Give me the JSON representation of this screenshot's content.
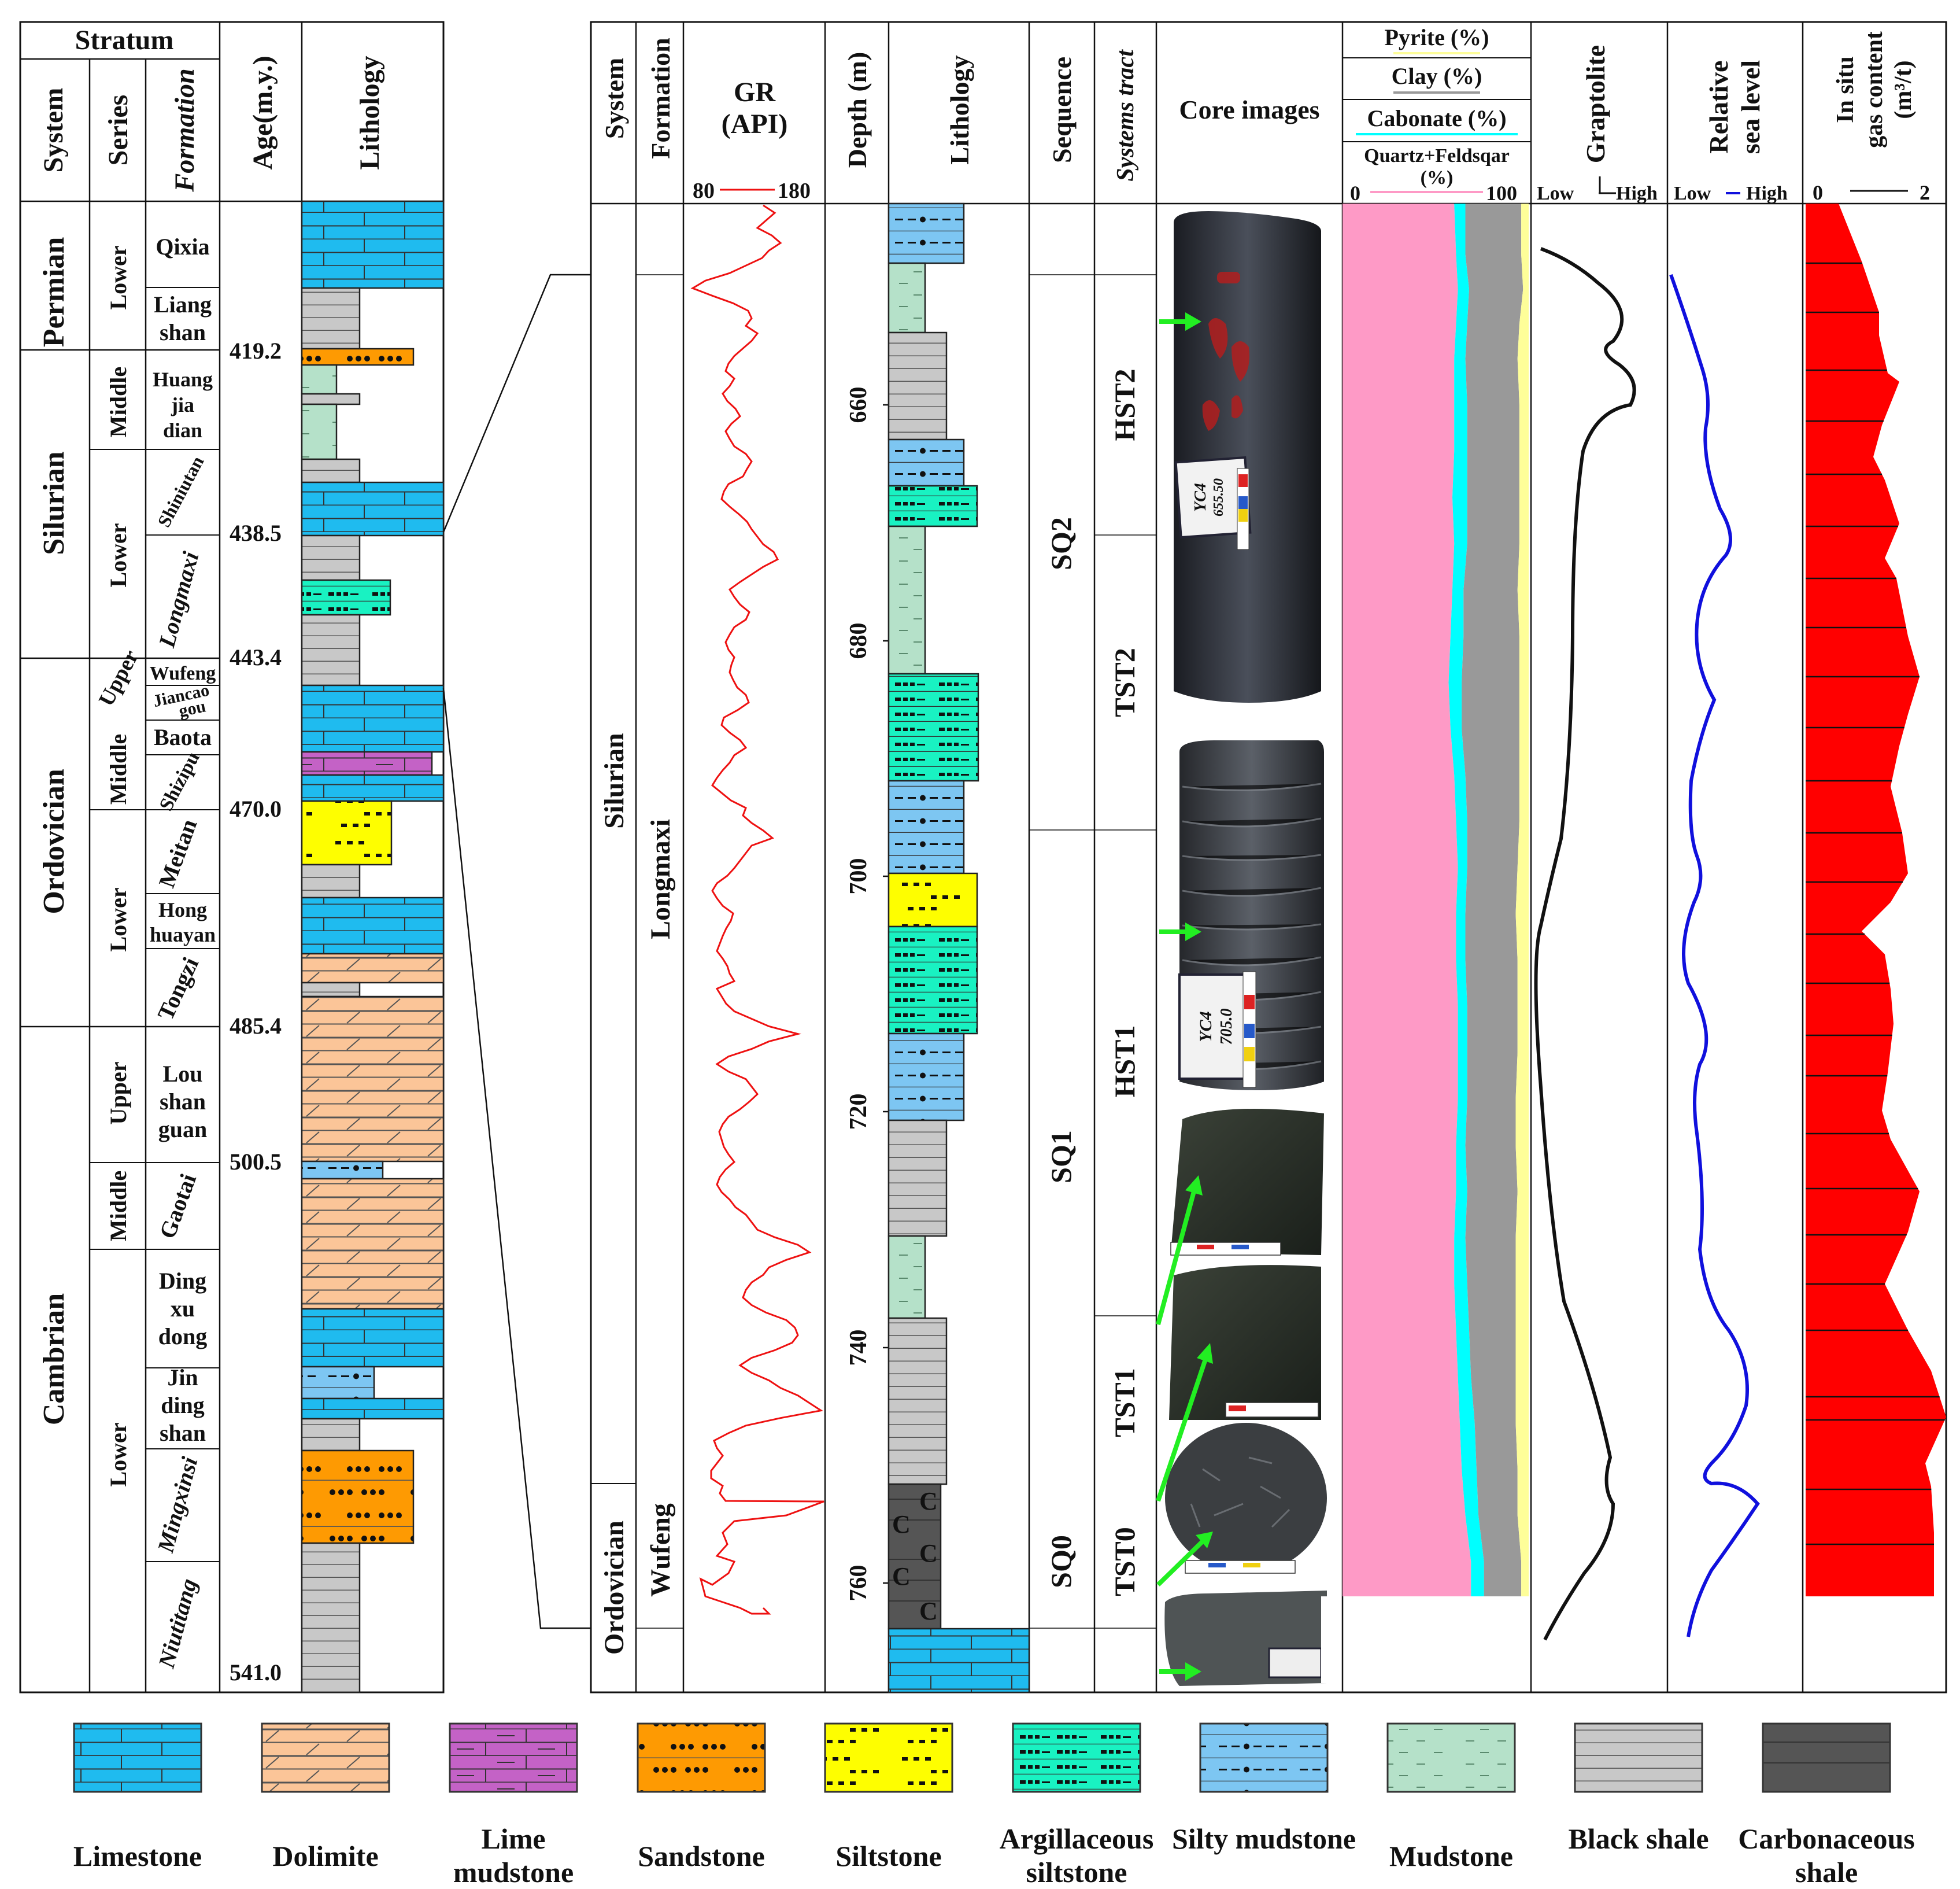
{
  "left": {
    "stratum_header": "Stratum",
    "col_headers": {
      "system": "System",
      "series": "Series",
      "formation": "Formation",
      "age": "Age(m.y.)",
      "lithology": "Lithology"
    },
    "systems": [
      "Permian",
      "Silurian",
      "Ordovician",
      "Cambrian"
    ],
    "series": [
      "Lower",
      "Middle",
      "Lower",
      "Upper",
      "Middle",
      "Lower",
      "Upper",
      "Middle",
      "Lower"
    ],
    "formations": [
      "Qixia",
      "Liang shan",
      "Huang jia dian",
      "Shiniutan",
      "Longmaxi",
      "Wufeng",
      "Jiancao gou",
      "Baota",
      "Shizipu",
      "Meitan",
      "Hong huayan",
      "Tongzi",
      "Lou shan guan",
      "Gaotai",
      "Ding xu dong",
      "Jin ding shan",
      "Mingxinsi",
      "Niutitang"
    ],
    "ages": [
      "419.2",
      "438.5",
      "443.4",
      "470.0",
      "485.4",
      "500.5",
      "541.0"
    ]
  },
  "right": {
    "col_headers": {
      "system": "System",
      "formation": "Formation",
      "gr": "GR (API)",
      "depth": "Depth (m)",
      "lithology": "Lithology",
      "sequence": "Sequence",
      "systems_tract": "Systems tract",
      "core": "Core images",
      "graptolite": "Graptolite",
      "sea_level": "Relative sea level",
      "gas": "In situ gas content (m³/t)"
    },
    "gr_scale": {
      "min": "80",
      "max": "180"
    },
    "mineral_headers": [
      "Pyrite (%)",
      "Clay (%)",
      "Cabonate (%)",
      "Quartz+Feldsqar (%)"
    ],
    "mineral_scale": {
      "min": "0",
      "max": "100"
    },
    "graptolite_scale": {
      "low": "Low",
      "high": "High"
    },
    "sea_scale": {
      "low": "Low",
      "high": "High"
    },
    "gas_scale": {
      "min": "0",
      "max": "2"
    },
    "systems": [
      "Silurian",
      "Ordovician"
    ],
    "formations": [
      "Longmaxi",
      "Wufeng"
    ],
    "depth_ticks": [
      "660",
      "680",
      "700",
      "720",
      "740",
      "760"
    ],
    "sequences": [
      "SQ2",
      "SQ1",
      "SQ0"
    ],
    "systems_tracts": [
      "HST2",
      "TST2",
      "HST1",
      "TST1",
      "TST0"
    ],
    "core_labels": [
      {
        "l1": "YC4",
        "l2": "655.50"
      },
      {
        "l1": "YC4",
        "l2": "705.0"
      }
    ]
  },
  "legend": [
    {
      "name": "Limestone",
      "pattern": "limestone",
      "color": "#1fbbef"
    },
    {
      "name": "Dolimite",
      "pattern": "dolomite",
      "color": "#fbc598"
    },
    {
      "name": "Lime mudstone",
      "pattern": "limemud",
      "color": "#c462c6"
    },
    {
      "name": "Sandstone",
      "pattern": "sandstone",
      "color": "#fe9a02"
    },
    {
      "name": "Siltstone",
      "pattern": "siltstone",
      "color": "#fefe00"
    },
    {
      "name": "Argillaceous siltstone",
      "pattern": "argsilt",
      "color": "#19f2c2"
    },
    {
      "name": "Silty mudstone",
      "pattern": "siltymud",
      "color": "#7dc6f2"
    },
    {
      "name": "Mudstone",
      "pattern": "mudstone",
      "color": "#b5e1c9"
    },
    {
      "name": "Black shale",
      "pattern": "blackshale",
      "color": "#c8c8c8"
    },
    {
      "name": "Carbonaceous shale",
      "pattern": "carbshale",
      "color": "#555555"
    }
  ],
  "colors": {
    "gr_curve": "#ee1111",
    "quartz": "#fe9ac6",
    "carbonate": "#00ffff",
    "clay": "#999999",
    "pyrite": "#fefe99",
    "sea_level": "#1010dd",
    "gas": "#ff0000",
    "arrow": "#22ee22"
  }
}
